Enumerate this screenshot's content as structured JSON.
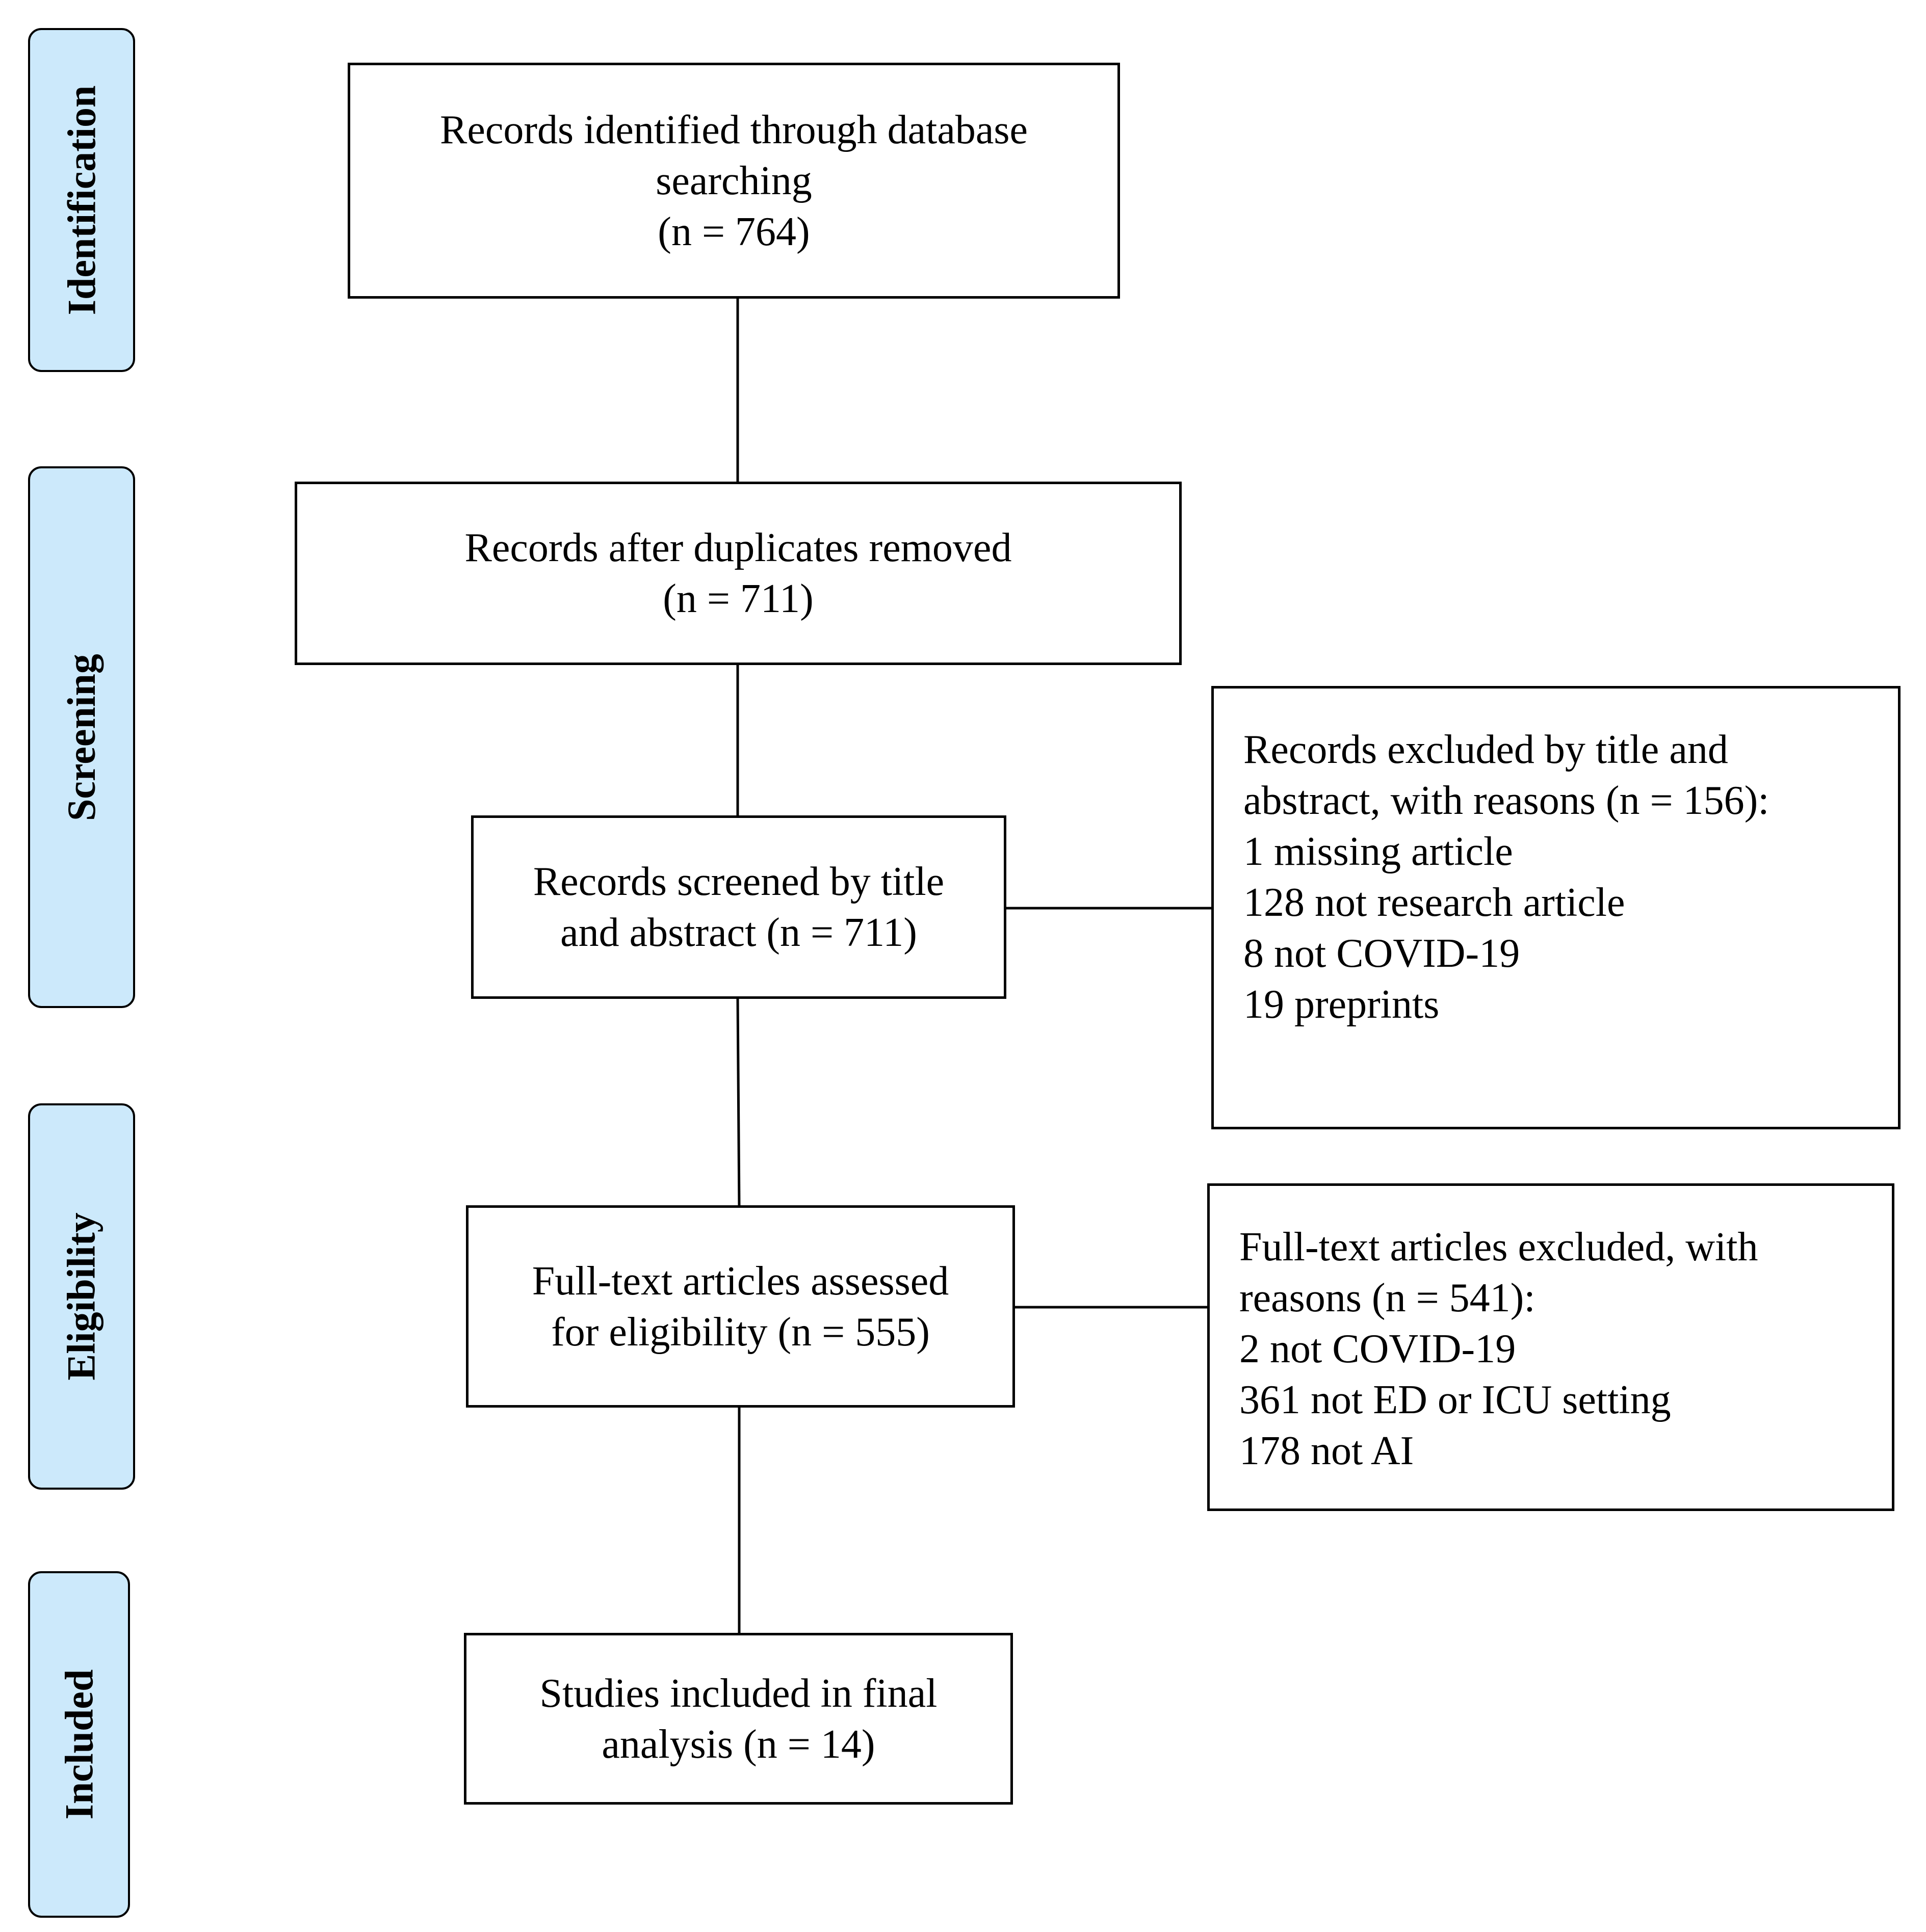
{
  "stages": {
    "identification": "Identification",
    "screening": "Screening",
    "eligibility": "Eligibility",
    "included": "Included"
  },
  "boxes": {
    "identified": {
      "lines": [
        "Records identified through database",
        "searching",
        "(n = 764)"
      ]
    },
    "duplicates_removed": {
      "lines": [
        "Records after duplicates removed",
        "(n = 711)"
      ]
    },
    "screened": {
      "lines": [
        "Records screened by title",
        "and abstract (n = 711)"
      ]
    },
    "excluded_title_abstract": {
      "lines": [
        "Records excluded by title and",
        "abstract, with reasons (n = 156):",
        "1 missing article",
        "128 not research article",
        "8 not COVID-19",
        "19 preprints"
      ]
    },
    "full_text_assessed": {
      "lines": [
        "Full-text articles assessed",
        "for eligibility (n = 555)"
      ]
    },
    "full_text_excluded": {
      "lines": [
        "Full-text articles excluded, with",
        "reasons (n = 541):",
        "2 not COVID-19",
        "361 not ED or ICU setting",
        "178 not AI"
      ]
    },
    "included_final": {
      "lines": [
        "Studies included in final",
        "analysis (n = 14)"
      ]
    }
  },
  "colors": {
    "stage_fill": "#cce9fb",
    "line": "#000000"
  }
}
